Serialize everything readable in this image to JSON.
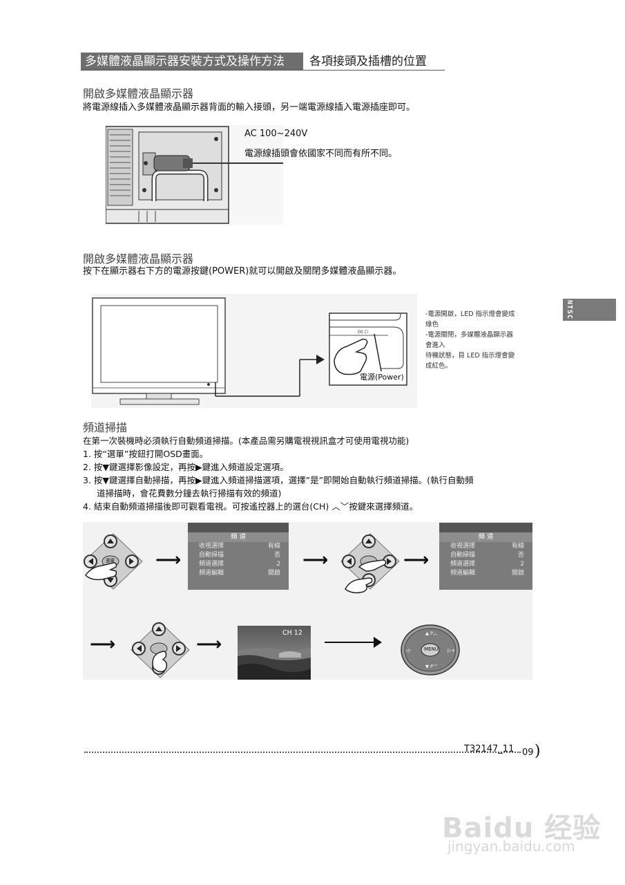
{
  "header": {
    "left": "多媒體液晶顯示器安裝方式及操作方法",
    "right": "各項接頭及插槽的位置"
  },
  "section1": {
    "title": "開啟多媒體液晶顯示器",
    "text": "將電源線插入多媒體液晶顯示器背面的輸入接頭，另一端電源線插入電源插座即可。",
    "voltage": "AC 100~240V",
    "plug_note": "電源線插頭會依國家不同而有所不同。"
  },
  "section2": {
    "title": "開啟多媒體液晶顯示器",
    "text": "按下在顯示器右下方的電源按鍵(POWER)就可以開啟及關閉多媒體液晶顯示器。",
    "power_label": "電源(Power)",
    "notes": [
      "-電源開啟，LED 指示燈會變成",
      "綠色",
      "-電源關閉，多媒體液晶顯示器",
      "會進入",
      "待機狀態，目 LED 指示燈會變",
      "成紅色。"
    ]
  },
  "side_tab": "NTSC",
  "section3": {
    "title": "頻道掃描",
    "intro": "在第一次裝機時必須執行自動頻道掃描。(本產品需另購電視視訊盒才可使用電視功能)",
    "steps": [
      "1. 按“選單”按鈕打開OSD畫面。",
      "2. 按▼鍵選擇影像設定，再按▶鍵進入頻道設定選項。",
      "3. 按▼鍵選擇自動掃描，再按▶鍵進入頻道掃描選項，選擇”是”即開始自動執行頻道掃描。(執行自動頻",
      "道掃描時，會花費數分鐘去執行掃描有效的頻道)",
      "4. 結束自動頻道掃描後即可觀看電視。可按遙控器上的選台(CH) ︿﹀按鍵來選擇頻道。"
    ]
  },
  "osd_menu": {
    "title": "頻 道",
    "rows": [
      {
        "label": "收視選擇",
        "value": "有線"
      },
      {
        "label": "自動掃描",
        "value": "否"
      },
      {
        "label": "頻道選擇",
        "value": "2"
      },
      {
        "label": "頻道編輯",
        "value": "開啟"
      }
    ]
  },
  "dpad_center": "選單",
  "tv_channel": "CH 12",
  "remote": {
    "menu": "MENU",
    "ch_up": "▲ P︿",
    "ch_down": "▼ P﹀"
  },
  "footer": {
    "code": "T32147_11",
    "page": "09"
  },
  "watermark": {
    "logo": "Baidu 经验",
    "url": "jingyan.baidu.com"
  }
}
